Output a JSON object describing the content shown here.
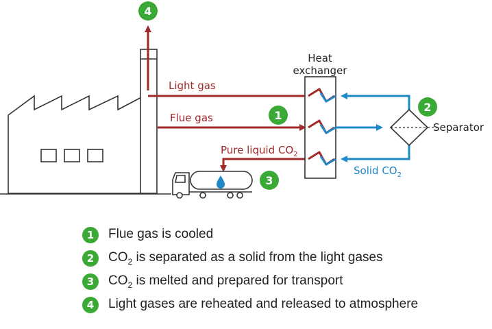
{
  "colors": {
    "hot": "#a02a2a",
    "cold": "#1e88c8",
    "badge": "#3aa935",
    "line": "#333333"
  },
  "labels": {
    "light_gas": "Light gas",
    "flue_gas": "Flue gas",
    "pure_liquid": "Pure liquid CO",
    "pure_liquid_sub": "2",
    "solid": "Solid CO",
    "solid_sub": "2",
    "heat_exchanger_line1": "Heat",
    "heat_exchanger_line2": "exchanger",
    "separator": "Separator"
  },
  "badges": [
    "1",
    "2",
    "3",
    "4"
  ],
  "legend": [
    {
      "num": "1",
      "pre": "Flue gas is cooled",
      "sub": "",
      "post": ""
    },
    {
      "num": "2",
      "pre": "CO",
      "sub": "2",
      "post": " is separated as a solid from the light gases"
    },
    {
      "num": "3",
      "pre": "CO",
      "sub": "2",
      "post": " is melted and prepared for transport"
    },
    {
      "num": "4",
      "pre": "Light gases are reheated and released to atmosphere",
      "sub": "",
      "post": ""
    }
  ]
}
